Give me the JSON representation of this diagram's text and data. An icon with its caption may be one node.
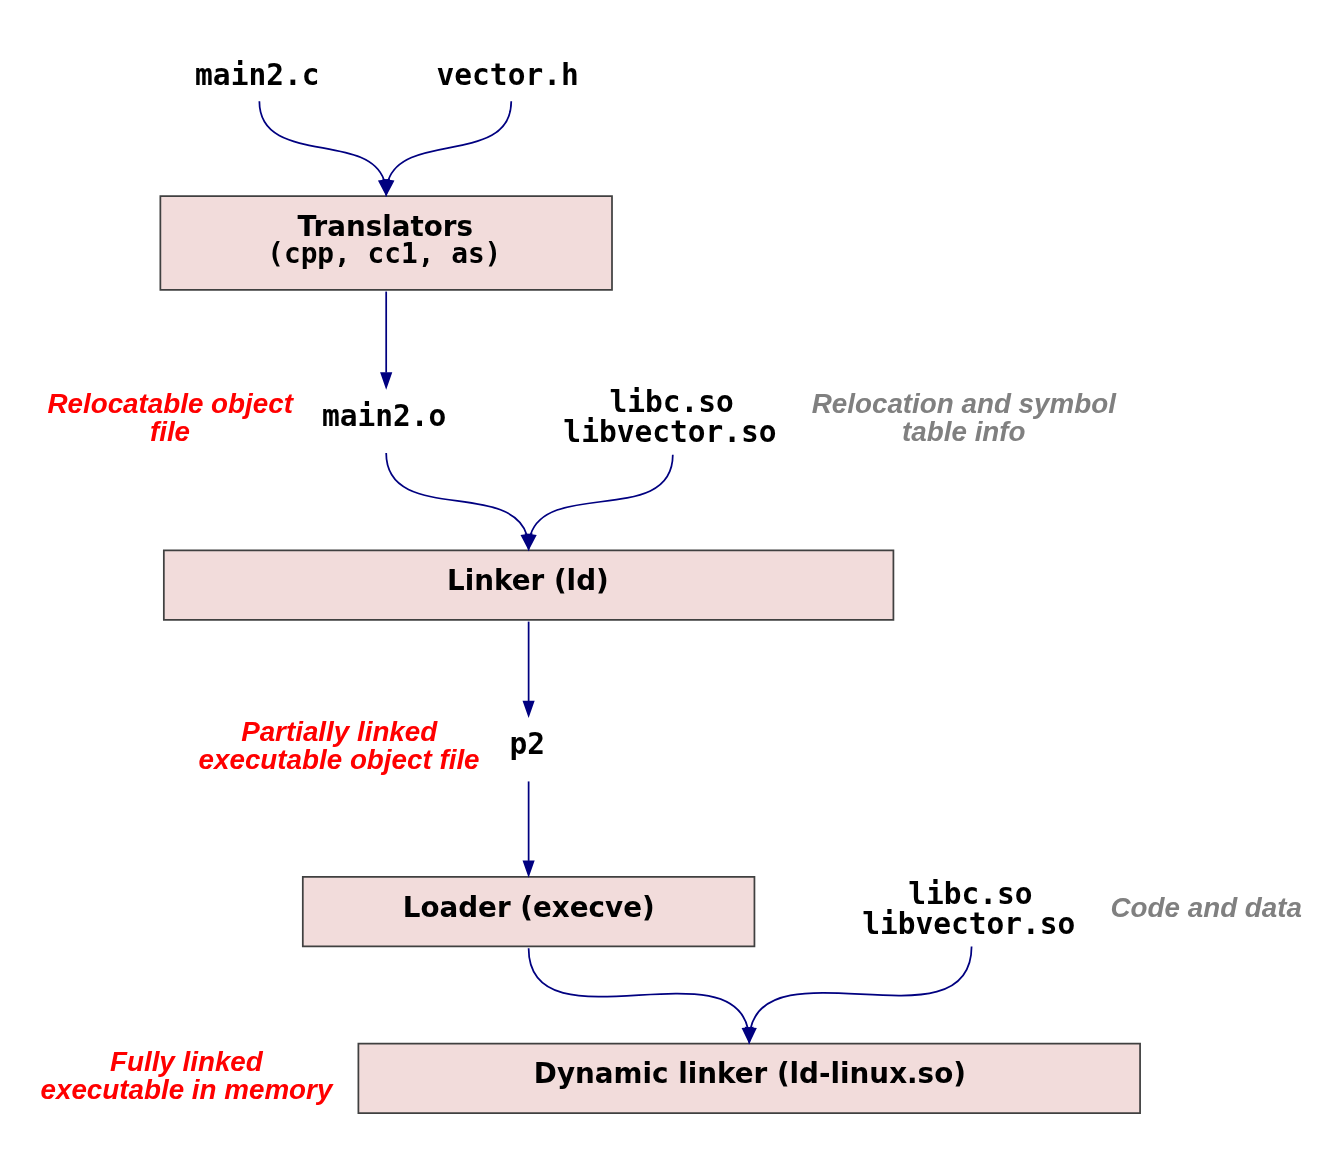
{
  "diagram": {
    "nodes": [
      {
        "text": [
          "main2.c"
        ]
      },
      {
        "text": [
          "vector.h"
        ]
      },
      {
        "text": [
          "Translators",
          "(cpp, cc1, as)"
        ]
      },
      {
        "text": [
          "main2.o"
        ],
        "beside": [
          "Relocatable object file"
        ]
      },
      {
        "text": [
          "libc.so libvector.so"
        ],
        "beside": [
          "Relocation and symbol table info"
        ]
      },
      {
        "text": [
          "Linker (ld)"
        ]
      },
      {
        "text": [
          "p2"
        ],
        "beside": [
          "Partially linked executable object file"
        ]
      },
      {
        "text": [
          "Loader (execve)"
        ]
      },
      {
        "text": [
          "libc.so libvector.so"
        ],
        "beside": [
          "Code and data"
        ]
      },
      {
        "text": [
          "Dynamic linker (ld-linux.so)"
        ],
        "beside": [
          "Fully linked executable in memory"
        ]
      }
    ],
    "edges": [
      {
        "from": 0,
        "to": 2,
        "arrow": "to"
      },
      {
        "from": 1,
        "to": 2,
        "arrow": "to"
      },
      {
        "from": 2,
        "to": 3,
        "arrow": "to"
      },
      {
        "from": 3,
        "to": 5,
        "arrow": "to"
      },
      {
        "from": 4,
        "to": 5,
        "arrow": "to"
      },
      {
        "from": 5,
        "to": 6,
        "arrow": "to"
      },
      {
        "from": 6,
        "to": 7,
        "arrow": "to"
      },
      {
        "from": 7,
        "to": 9,
        "arrow": "to"
      },
      {
        "from": 8,
        "to": 9,
        "arrow": "to"
      }
    ]
  }
}
